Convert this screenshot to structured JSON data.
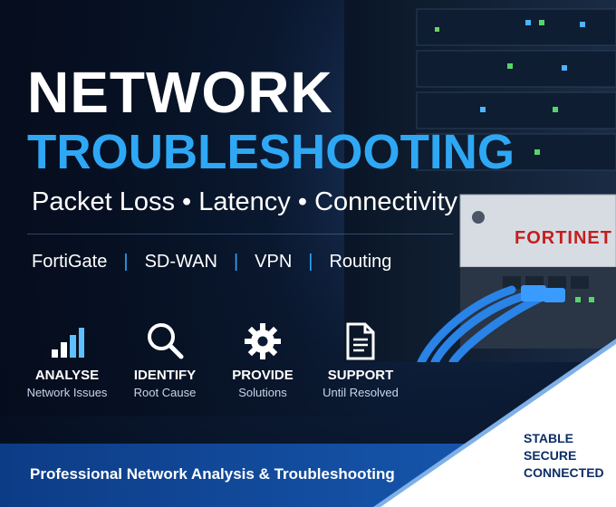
{
  "title_line1": "NETWORK",
  "title_line2": "TROUBLESHOOTING",
  "subtitle": "Packet Loss • Latency • Connectivity",
  "technologies": [
    "FortiGate",
    "SD-WAN",
    "VPN",
    "Routing"
  ],
  "device_brand": "FORTINET",
  "features": [
    {
      "title": "ANALYSE",
      "subtitle": "Network Issues",
      "icon": "bar-chart-icon"
    },
    {
      "title": "IDENTIFY",
      "subtitle": "Root Cause",
      "icon": "magnifier-icon"
    },
    {
      "title": "PROVIDE",
      "subtitle": "Solutions",
      "icon": "gear-icon"
    },
    {
      "title": "SUPPORT",
      "subtitle": "Until Resolved",
      "icon": "document-icon"
    }
  ],
  "tagline": "Professional Network Analysis & Troubleshooting",
  "badge": [
    "STABLE",
    "SECURE",
    "CONNECTED"
  ],
  "colors": {
    "accent": "#2ea8f5",
    "bar": "#1553a8",
    "badge_text": "#0d2e66"
  }
}
